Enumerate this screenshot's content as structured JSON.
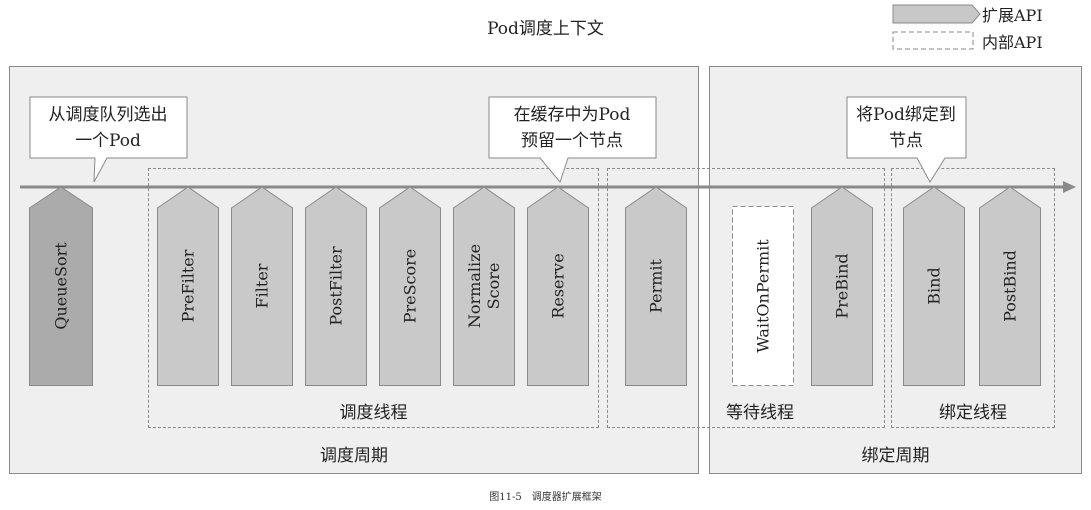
{
  "title": "Pod调度上下文",
  "legend": {
    "extension_api": "扩展API",
    "internal_api": "内部API",
    "colors": {
      "extension": "#c8c8c8",
      "internal": "#ffffff"
    }
  },
  "phases": {
    "scheduling_cycle": "调度周期",
    "binding_cycle": "绑定周期"
  },
  "threads": {
    "scheduling_thread": "调度线程",
    "waiting_thread": "等待线程",
    "binding_thread": "绑定线程"
  },
  "callouts": {
    "select_pod": "从调度队列选出\n一个Pod",
    "reserve_node": "在缓存中为Pod\n预留一个节点",
    "bind_pod": "将Pod绑定到\n节点"
  },
  "plugins": {
    "queue_sort": "QueueSort",
    "pre_filter": "PreFilter",
    "filter": "Filter",
    "post_filter": "PostFilter",
    "pre_score": "PreScore",
    "normalize_score": "Normalize\nScore",
    "reserve": "Reserve",
    "permit": "Permit",
    "wait_on_permit": "WaitOnPermit",
    "pre_bind": "PreBind",
    "bind": "Bind",
    "post_bind": "PostBind"
  },
  "caption": "图11-5　调度器扩展框架",
  "colors": {
    "queue_sort": "#ababab",
    "plugin_fill": "#c9c9c9",
    "phase_bg": "#efefef"
  }
}
